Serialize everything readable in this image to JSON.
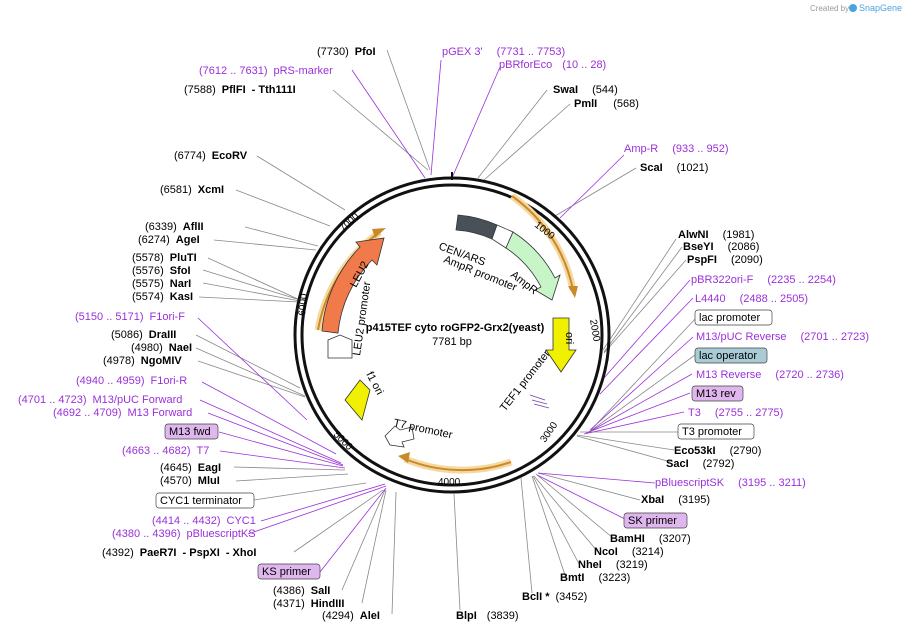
{
  "watermark": {
    "created_by": "Created by",
    "app": "SnapGene"
  },
  "plasmid": {
    "name": "p415TEF cyto roGFP2-Grx2(yeast)",
    "length": "7781 bp"
  },
  "ring_ticks": [
    "1000",
    "2000",
    "3000",
    "4000",
    "5000",
    "6000",
    "7000"
  ],
  "features": {
    "cen_ars": "CEN/ARS",
    "ampr_promoter_top": "AmpR promoter",
    "ampr": "AmpR",
    "ori": "ori",
    "tef1_promoter": "TEF1 promoter",
    "t7_promoter": "T7 promoter",
    "f1_ori": "f1 ori",
    "leu2_promoter": "LEU2 promoter",
    "leu2": "LEU2"
  },
  "labels": {
    "pfoi": {
      "pos": "(7730)",
      "name": "PfoI"
    },
    "pgex3": {
      "name": "pGEX 3'",
      "range": "(7731 .. 7753)"
    },
    "pbrforeco": {
      "name": "pBRforEco",
      "range": "(10 .. 28)"
    },
    "prs_marker": {
      "range": "(7612 .. 7631)",
      "name": "pRS-marker"
    },
    "pflfi": {
      "pos": "(7588)",
      "name": "PflFI",
      "alt": "Tth111I"
    },
    "swai": {
      "name": "SwaI",
      "pos": "(544)"
    },
    "pmli": {
      "name": "PmlI",
      "pos": "(568)"
    },
    "ampr_primer": {
      "name": "Amp-R",
      "range": "(933 .. 952)"
    },
    "scai": {
      "name": "ScaI",
      "pos": "(1021)"
    },
    "ecorv": {
      "pos": "(6774)",
      "name": "EcoRV"
    },
    "xcmi": {
      "pos": "(6581)",
      "name": "XcmI"
    },
    "aflii": {
      "pos": "(6339)",
      "name": "AflII"
    },
    "agei": {
      "pos": "(6274)",
      "name": "AgeI"
    },
    "pluti": {
      "pos": "(5578)",
      "name": "PluTI"
    },
    "sfoi": {
      "pos": "(5576)",
      "name": "SfoI"
    },
    "nari": {
      "pos": "(5575)",
      "name": "NarI"
    },
    "kasi": {
      "pos": "(5574)",
      "name": "KasI"
    },
    "f1ori_f": {
      "range": "(5150 .. 5171)",
      "name": "F1ori-F"
    },
    "draiii": {
      "pos": "(5086)",
      "name": "DraIII"
    },
    "naei": {
      "pos": "(4980)",
      "name": "NaeI"
    },
    "ngomiv": {
      "pos": "(4978)",
      "name": "NgoMIV"
    },
    "f1ori_r": {
      "range": "(4940 .. 4959)",
      "name": "F1ori-R"
    },
    "m13puc_fwd": {
      "range": "(4701 .. 4723)",
      "name": "M13/pUC Forward"
    },
    "m13_fwd": {
      "range": "(4692 .. 4709)",
      "name": "M13 Forward"
    },
    "m13fwd_box": "M13 fwd",
    "t7_primer": {
      "range": "(4663 .. 4682)",
      "name": "T7"
    },
    "eagi": {
      "pos": "(4645)",
      "name": "EagI"
    },
    "mlui": {
      "pos": "(4570)",
      "name": "MluI"
    },
    "cyc1_term": "CYC1 terminator",
    "cyc1": {
      "range": "(4414 .. 4432)",
      "name": "CYC1"
    },
    "pbluescriptks": {
      "range": "(4380 .. 4396)",
      "name": "pBluescriptKS"
    },
    "paer7i": {
      "pos": "(4392)",
      "name": "PaeR7I",
      "alt1": "PspXI",
      "alt2": "XhoI"
    },
    "ks_primer": "KS primer",
    "sali": {
      "pos": "(4386)",
      "name": "SalI"
    },
    "hindiii": {
      "pos": "(4371)",
      "name": "HindIII"
    },
    "alei": {
      "pos": "(4294)",
      "name": "AleI"
    },
    "blpi": {
      "name": "BlpI",
      "pos": "(3839)"
    },
    "bcli": {
      "name": "BclI *",
      "pos": "(3452)"
    },
    "bmti": {
      "name": "BmtI",
      "pos": "(3223)"
    },
    "nhei": {
      "name": "NheI",
      "pos": "(3219)"
    },
    "ncoi": {
      "name": "NcoI",
      "pos": "(3214)"
    },
    "bamhi": {
      "name": "BamHI",
      "pos": "(3207)"
    },
    "sk_primer": "SK primer",
    "xbai": {
      "name": "XbaI",
      "pos": "(3195)"
    },
    "pbluescriptsk": {
      "name": "pBluescriptSK",
      "range": "(3195 .. 3211)"
    },
    "saci": {
      "name": "SacI",
      "pos": "(2792)"
    },
    "eco53ki": {
      "name": "Eco53kI",
      "pos": "(2790)"
    },
    "t3_promoter": "T3 promoter",
    "t3": {
      "name": "T3",
      "range": "(2755 .. 2775)"
    },
    "m13_rev_box": "M13 rev",
    "m13_reverse": {
      "name": "M13 Reverse",
      "range": "(2720 .. 2736)"
    },
    "lac_operator": "lac operator",
    "m13puc_rev": {
      "name": "M13/pUC Reverse",
      "range": "(2701 .. 2723)"
    },
    "lac_promoter": "lac promoter",
    "l4440": {
      "name": "L4440",
      "range": "(2488 .. 2505)"
    },
    "pbr322ori": {
      "name": "pBR322ori-F",
      "range": "(2235 .. 2254)"
    },
    "pspfi": {
      "name": "PspFI",
      "pos": "(2090)"
    },
    "bseyi": {
      "name": "BseYI",
      "pos": "(2086)"
    },
    "alwni": {
      "name": "AlwNI",
      "pos": "(1981)"
    }
  },
  "colors": {
    "primer": "#9b30d9",
    "backbone": "#111111",
    "leu2": "#f07a4a",
    "ampr": "#c8f5c8",
    "ori": "#f0f000",
    "cen_ars": "#4a5058",
    "orf": "#e8a53c",
    "lac_operator": "#a8cbd6",
    "primer_box": "#dfb6ee"
  }
}
